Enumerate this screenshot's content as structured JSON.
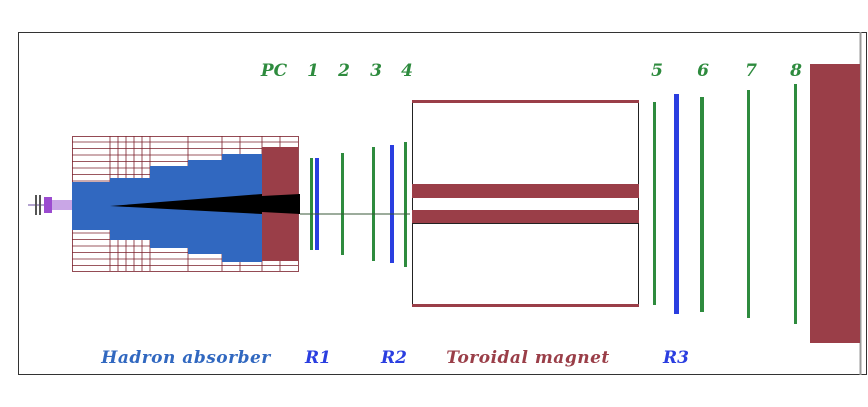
{
  "colors": {
    "green": "#2e8b3e",
    "blue": "#2a3ee0",
    "absorber_blue": "#3168c0",
    "maroon": "#9a3e48",
    "grid": "#7a1f2a",
    "frame": "#333333"
  },
  "station_labels": {
    "pc": "PC",
    "s1": "1",
    "s2": "2",
    "s3": "3",
    "s4": "4",
    "s5": "5",
    "s6": "6",
    "s7": "7",
    "s8": "8"
  },
  "region_labels": {
    "hadron_absorber": "Hadron absorber",
    "r1": "R1",
    "r2": "R2",
    "toroidal_magnet": "Toroidal magnet",
    "r3": "R3"
  }
}
